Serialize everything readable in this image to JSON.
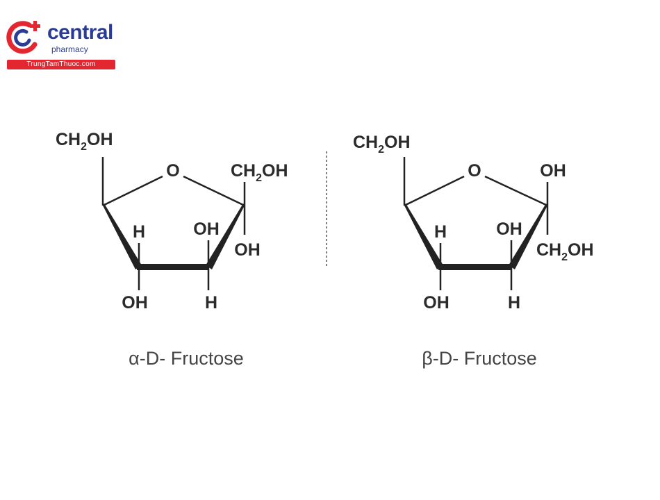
{
  "logo": {
    "name": "central",
    "sub": "pharmacy",
    "url": "TrungTamThuoc.com",
    "colors": {
      "brand_blue": "#2a3c96",
      "brand_red": "#e3262f"
    }
  },
  "alpha": {
    "title": "α-D- Fructose",
    "ch2oh_top": "CH",
    "ch2oh_top_oh": "OH",
    "ring_o": "O",
    "c2_ch2oh": "CH",
    "c2_ch2oh_oh": "OH",
    "c2_oh": "OH",
    "c3_oh": "OH",
    "c3_h": "H",
    "c4_h": "H",
    "c4_oh": "OH",
    "subscript": "2"
  },
  "beta": {
    "title": "β-D- Fructose",
    "ch2oh_top": "CH",
    "ch2oh_top_oh": "OH",
    "ring_o": "O",
    "c2_oh": "OH",
    "c2_ch2oh": "CH",
    "c2_ch2oh_oh": "OH",
    "c3_oh": "OH",
    "c3_h": "H",
    "c4_h": "H",
    "c4_oh": "OH",
    "subscript": "2"
  }
}
